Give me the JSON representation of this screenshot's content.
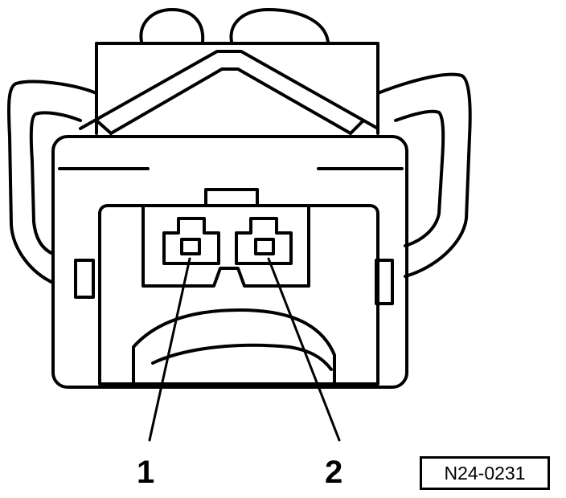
{
  "diagram": {
    "pins": [
      {
        "label": "1"
      },
      {
        "label": "2"
      }
    ],
    "reference_code": "N24-0231",
    "colors": {
      "stroke": "#000000",
      "background": "#ffffff"
    }
  }
}
